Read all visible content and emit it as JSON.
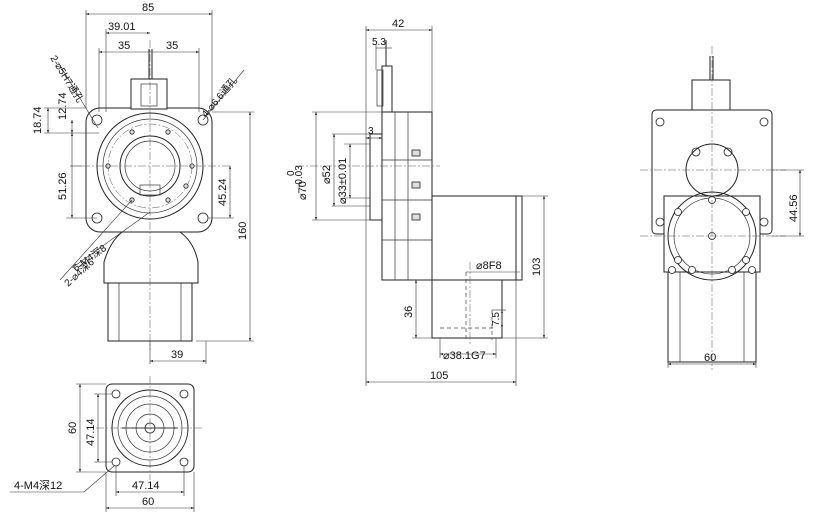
{
  "front_view": {
    "dims": {
      "overall_width": "85",
      "offset_39": "39.01",
      "half_left": "35",
      "half_right": "35",
      "height_18": "18.74",
      "height_12": "12.74",
      "height_51": "51.26",
      "height_45": "45.24",
      "height_160": "160",
      "bottom_39": "39"
    },
    "callouts": {
      "pin_holes": "2-⌀5H7通孔",
      "through_holes": "4-⌀6.6通孔",
      "tapped": "6-M4深8",
      "pin_blind": "2-⌀4深6"
    }
  },
  "side_view": {
    "dims": {
      "width_42": "42",
      "offset_53": "5.3",
      "offset_3": "3",
      "dia_70": "⌀70",
      "tol_upper": "0",
      "tol_lower": "-0.03",
      "dia_52": "⌀52",
      "dia_33": "⌀33±0.01",
      "shaft_8": "⌀8F8",
      "height_103": "103",
      "height_36": "36",
      "height_75": "7.5",
      "dia_381": "⌀38.1G7",
      "length_105": "105"
    }
  },
  "rear_view": {
    "dims": {
      "height_4456": "44.56",
      "width_60": "60"
    }
  },
  "bottom_view": {
    "dims": {
      "height_60": "60",
      "height_4714": "47.14",
      "width_4714": "47.14",
      "width_60": "60"
    },
    "callouts": {
      "tapped": "4-M4深12"
    }
  }
}
